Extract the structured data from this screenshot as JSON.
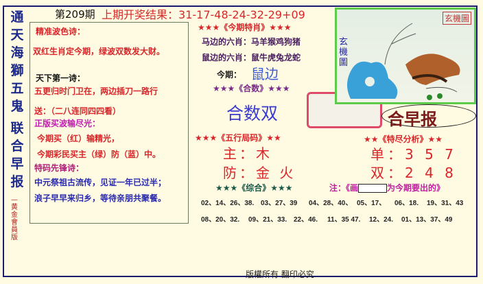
{
  "side_title": [
    "通",
    "天",
    "海",
    "獅",
    "五",
    "鬼",
    "联",
    "合",
    "早",
    "报"
  ],
  "side_subtitle": "—黄金會員版",
  "header": {
    "issue": "第209期",
    "result_label": "上期开奖结果：",
    "result": "31-17-48-24-32-29+09"
  },
  "left_box": {
    "lines": [
      "精准波色诗：",
      "双红生肖定今期，绿波双数发大财。",
      "天下第一诗：",
      "五更归时门卫在，两边插刀一路行",
      "送：（二八连同四四看）",
      "正版买波输尽光：",
      "今期买（红）输精光，",
      "今期彩民买主（绿）防（蓝）中。",
      "特码先锋诗：",
      "中元祭祖古流传，见证一年已过半；",
      "浪子早早来归乡，等待亲朋共聚餐。"
    ]
  },
  "tezhao": {
    "heading": "★★★《今期特肖》★★★",
    "horse_side": "马边的六肖：马羊猴鸡狗猪",
    "rat_side": "鼠边的六肖：鼠牛虎兔龙蛇",
    "this_label": "今期：",
    "this_value": "鼠边"
  },
  "heshu": {
    "heading": "★★★《合数》★★★",
    "value": "合数双"
  },
  "brand": "合早报",
  "picture": {
    "stamp": "玄機圖",
    "label": "玄機圖"
  },
  "wuxing": {
    "heading": "★★★《五行局码》★★",
    "main": "主：木",
    "guard": "防：金 火"
  },
  "weishu": {
    "heading": "★★《特尽分析》★★",
    "odd": "单：3 5 7",
    "even": "双：2 4 8"
  },
  "zonghe": {
    "heading": "★★★《综合》★★★"
  },
  "note": {
    "prefix": "注：《画",
    "suffix": "为今期要出的》"
  },
  "numbers": {
    "row1": [
      "02、14、26、38.",
      "03、27、39",
      "04、28、40、",
      "05、17、",
      "06、18.",
      "19、31、43"
    ],
    "row2": [
      "08、20、32.",
      "09、21、33.",
      "22、46.",
      "11、35 47.",
      "12、24.",
      "01、13、37、49"
    ]
  },
  "footer": "版權所有 翻印必究"
}
